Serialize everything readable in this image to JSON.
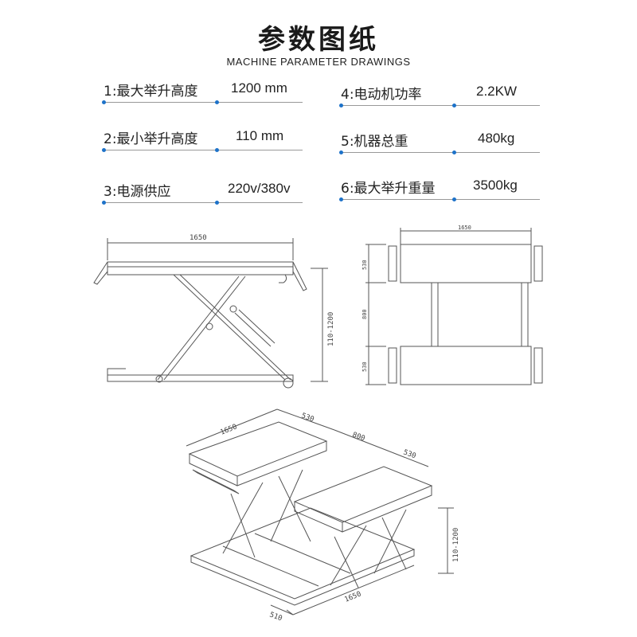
{
  "header": {
    "title": "参数图纸",
    "subtitle": "MACHINE PARAMETER DRAWINGS"
  },
  "params": [
    {
      "label": "1:最大举升高度",
      "value": "1200 mm"
    },
    {
      "label": "2:最小举升高度",
      "value": "110 mm"
    },
    {
      "label": "3:电源供应",
      "value": "220v/380v"
    },
    {
      "label": "4:电动机功率",
      "value": "2.2KW"
    },
    {
      "label": "5:机器总重",
      "value": "480kg"
    },
    {
      "label": "6:最大举升重量",
      "value": "3500kg"
    }
  ],
  "side_view": {
    "dim_length": "1650",
    "dim_height": "110-1200"
  },
  "top_view": {
    "dim_length": "1650",
    "dim_width_top": "530",
    "dim_gap": "800",
    "dim_width_bottom": "530"
  },
  "iso_view": {
    "dim_length_top": "1650",
    "dim_width_top": "530",
    "dim_gap": "800",
    "dim_width_right": "530",
    "dim_height": "110-1200",
    "dim_length_bottom": "1650",
    "dim_width_bottom": "510"
  },
  "colors": {
    "accent": "#1d72c9",
    "line": "#555555"
  }
}
